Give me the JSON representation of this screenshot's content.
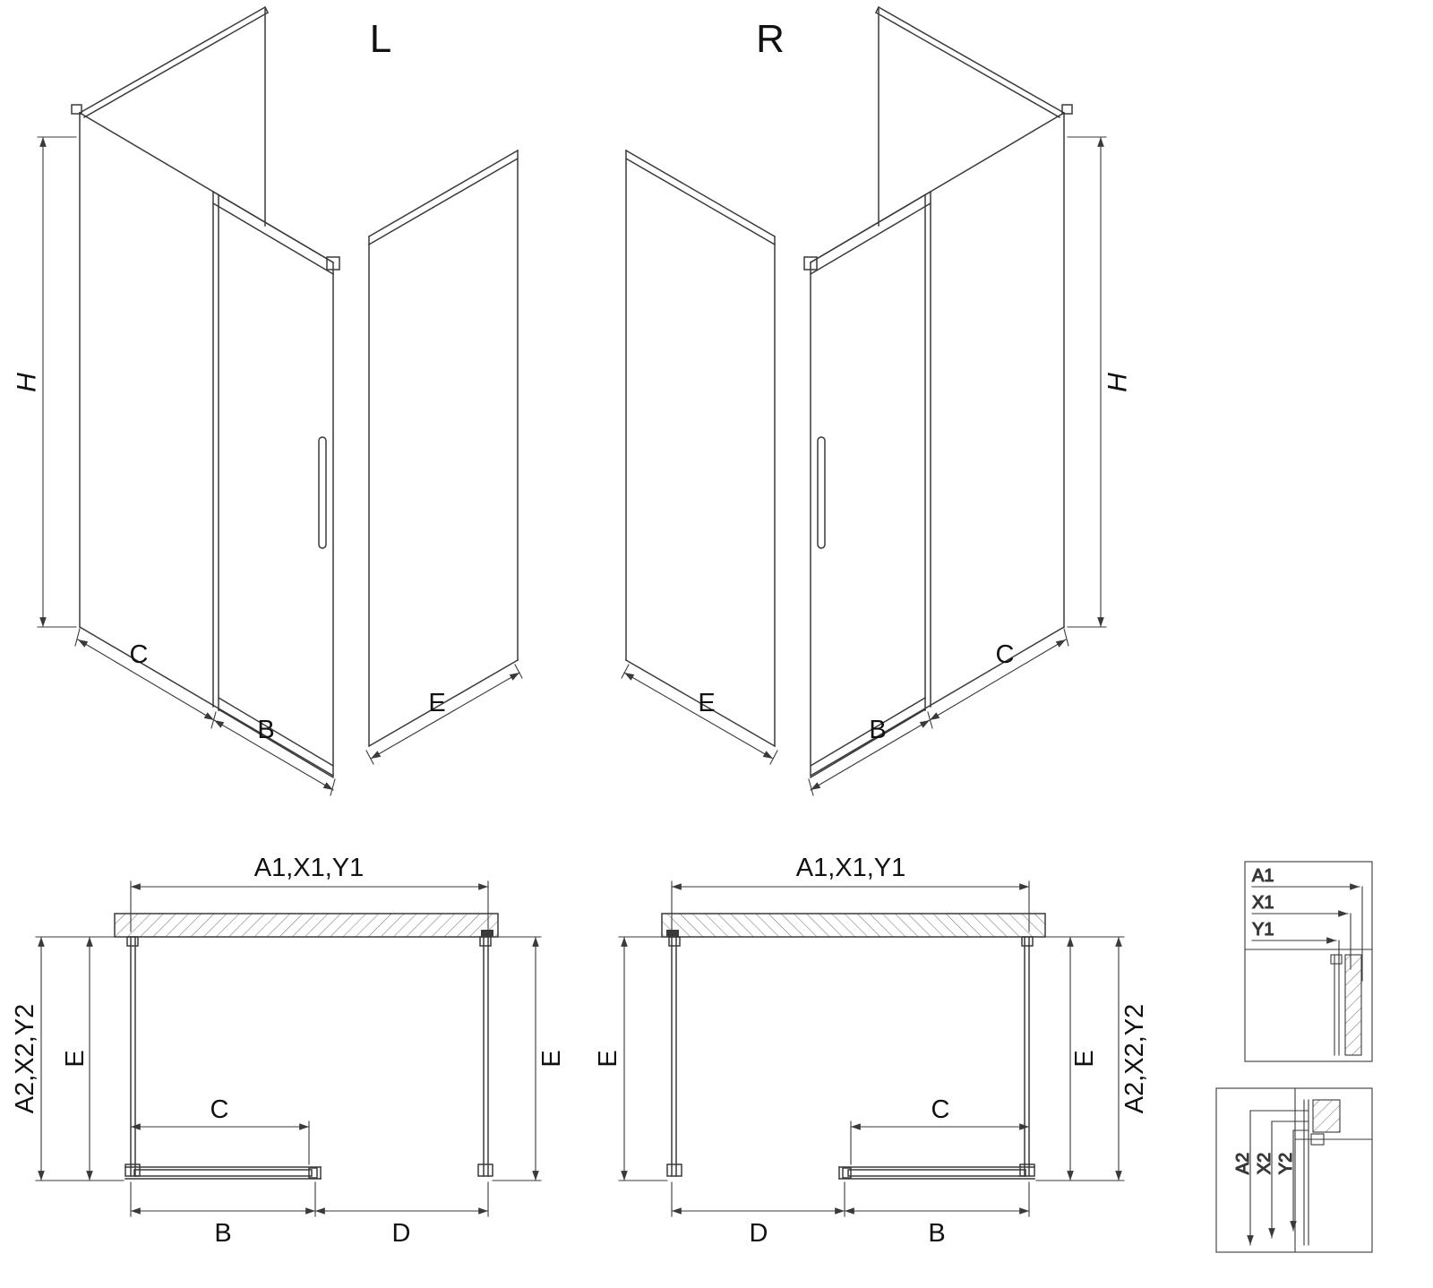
{
  "drawing": {
    "iso_left": {
      "title": "L",
      "dim_h": "H",
      "dim_c": "C",
      "dim_b": "B",
      "dim_e": "E"
    },
    "iso_right": {
      "title": "R",
      "dim_h": "H",
      "dim_c": "C",
      "dim_b": "B",
      "dim_e": "E"
    },
    "plan_left": {
      "dim_top": "A1,X1,Y1",
      "dim_side": "A2,X2,Y2",
      "dim_e_left": "E",
      "dim_e_right": "E",
      "dim_c": "C",
      "dim_bottom_left": "B",
      "dim_bottom_right": "D"
    },
    "plan_right": {
      "dim_top": "A1,X1,Y1",
      "dim_side": "A2,X2,Y2",
      "dim_e_left": "E",
      "dim_e_right": "E",
      "dim_c": "C",
      "dim_bottom_left": "D",
      "dim_bottom_right": "B"
    },
    "detail_top": {
      "dim_a1": "A1",
      "dim_x1": "X1",
      "dim_y1": "Y1"
    },
    "detail_bottom": {
      "dim_a2": "A2",
      "dim_x2": "X2",
      "dim_y2": "Y2"
    }
  },
  "colors": {
    "line": "#3a3a3a",
    "text": "#111111",
    "hatch": "#777777",
    "background": "#ffffff"
  }
}
